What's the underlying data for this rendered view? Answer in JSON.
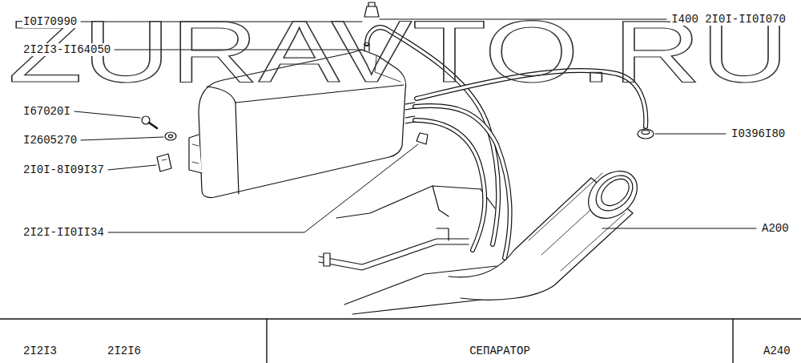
{
  "diagram": {
    "title": "СЕПАРАТОР",
    "labels": [
      "I0I70990",
      "2I2I3-II64050",
      "I67020I",
      "I2605270",
      "2I0I-8I09I37",
      "2I2I-II0II34",
      "I400 2I0I-II0I070",
      "I0396I80",
      "A200",
      "ZURAVTO.RU",
      "2I2I3",
      "2I2I6",
      "A240"
    ]
  }
}
